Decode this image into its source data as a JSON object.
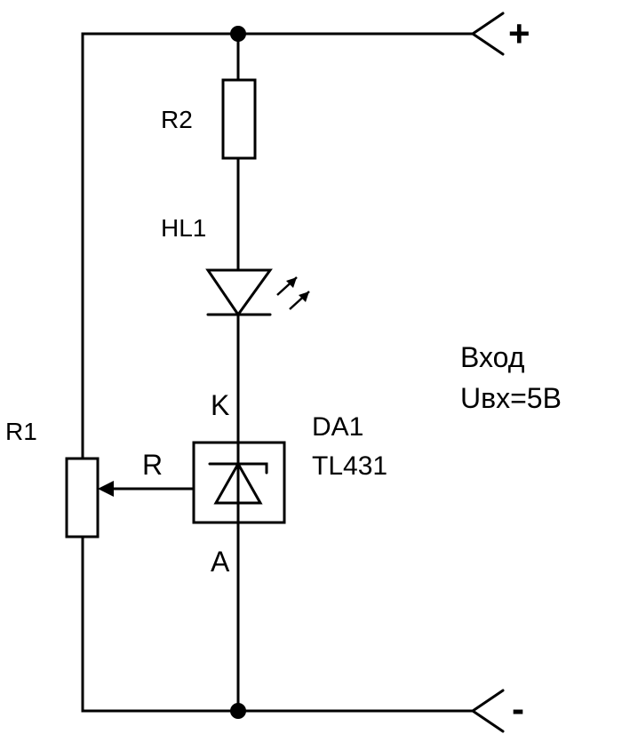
{
  "labels": {
    "r2": "R2",
    "hl1": "HL1",
    "k": "K",
    "a": "A",
    "r": "R",
    "r1": "R1",
    "da1": "DA1",
    "tl431": "TL431",
    "plus": "+",
    "minus": "-",
    "input_title": "Вход",
    "input_voltage": "Uвх=5В"
  },
  "colors": {
    "ink": "#000000",
    "background": "#ffffff"
  }
}
